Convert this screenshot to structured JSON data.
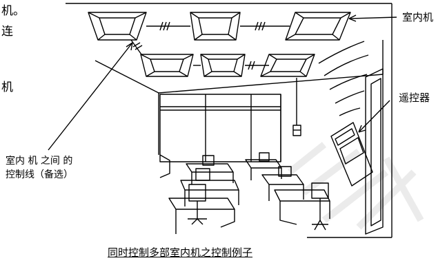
{
  "fragments": {
    "top": "机。",
    "mid": "连",
    "low": "机"
  },
  "labels": {
    "indoor_unit": "室内机",
    "remote": "遥控器",
    "wire_line1": "室内 机 之间 的",
    "wire_line2": "控制线（备选）"
  },
  "caption": "同时控制多部室内机之控制例子"
}
